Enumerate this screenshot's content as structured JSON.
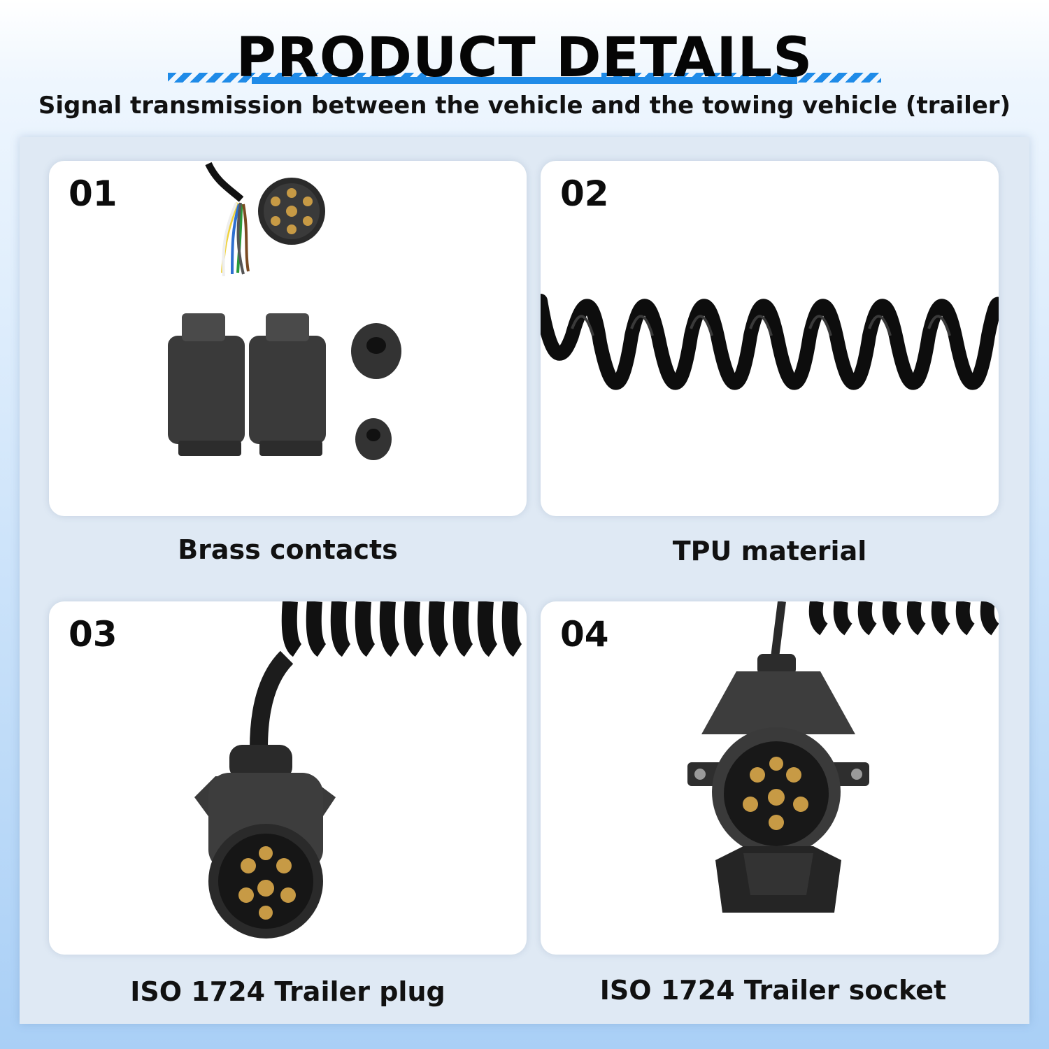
{
  "header": {
    "title": "PRODUCT DETAILS",
    "subtitle": "Signal transmission between the vehicle and the towing vehicle (trailer)"
  },
  "colors": {
    "accent": "#1f8be8",
    "rubber": "#1a1a1a",
    "brass": "#c79a45"
  },
  "cards": [
    {
      "number": "01",
      "caption": "Brass contacts",
      "image": "connector-parts-image"
    },
    {
      "number": "02",
      "caption": "TPU material",
      "image": "coiled-cable-image"
    },
    {
      "number": "03",
      "caption": "ISO 1724 Trailer plug",
      "image": "trailer-plug-image"
    },
    {
      "number": "04",
      "caption": "ISO 1724 Trailer socket",
      "image": "trailer-socket-image"
    }
  ]
}
